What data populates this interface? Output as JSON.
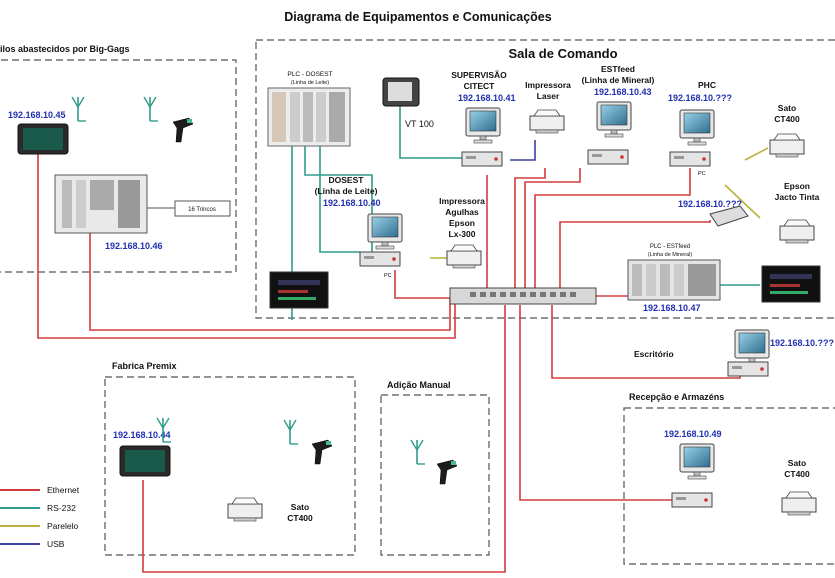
{
  "title": "Diagrama de Equipamentos e Comunicações",
  "zones": {
    "big_gags": "ilos abastecidos por Big-Gags",
    "sala_comando": "Sala de Comando",
    "premix": "Fabrica Premix",
    "adicao": "Adição Manual",
    "recepcao": "Recepção e Armazéns"
  },
  "labels": {
    "plc_dosest": "PLC - DOSEST",
    "plc_dosest_sub": "(Linha de Leite)",
    "vt100": "VT 100",
    "supervisao_1": "SUPERVISÃO",
    "supervisao_2": "CITECT",
    "impressora_laser_1": "Impressora",
    "impressora_laser_2": "Laser",
    "estfeed_1": "ESTfeed",
    "estfeed_2": "(Linha de Mineral)",
    "phc": "PHC",
    "sato_1": "Sato",
    "sato_2": "CT400",
    "dosest_1": "DOSEST",
    "dosest_2": "(Linha de Leite)",
    "agulhas_1": "Impressora",
    "agulhas_2": "Agulhas",
    "agulhas_3": "Epson",
    "agulhas_4": "Lx-300",
    "epson_jacto_1": "Epson",
    "epson_jacto_2": "Jacto Tinta",
    "plc_estfeed": "PLC - ESTfeed",
    "plc_estfeed_sub": "(Linha de Mineral)",
    "escritorio": "Escritório",
    "trincos": "16 Trincos",
    "pc": "PC",
    "sato_premix_1": "Sato",
    "sato_premix_2": "CT400",
    "sato_rec_1": "Sato",
    "sato_rec_2": "CT400"
  },
  "ips": {
    "ip45": "192.168.10.45",
    "ip46": "192.168.10.46",
    "ip41": "192.168.10.41",
    "ip43": "192.168.10.43",
    "ip_phc": "192.168.10.???",
    "ip40": "192.168.10.40",
    "ip_jacto": "192.168.10.???",
    "ip47": "192.168.10.47",
    "ip_escritorio": "192.168.10.???",
    "ip44": "192.168.10.44",
    "ip49": "192.168.10.49"
  },
  "legend": [
    {
      "label": "Ethernet",
      "color": "#d23c3c"
    },
    {
      "label": "RS-232",
      "color": "#2f9c8c"
    },
    {
      "label": "Parelelo",
      "color": "#b9b23a"
    },
    {
      "label": "USB",
      "color": "#3b3fa0"
    }
  ],
  "colors": {
    "ethernet": "#d23c3c",
    "rs232": "#2f9c8c",
    "paralelo": "#b9b23a",
    "usb": "#3b3fa0",
    "ip_text": "#1f2fb0"
  }
}
